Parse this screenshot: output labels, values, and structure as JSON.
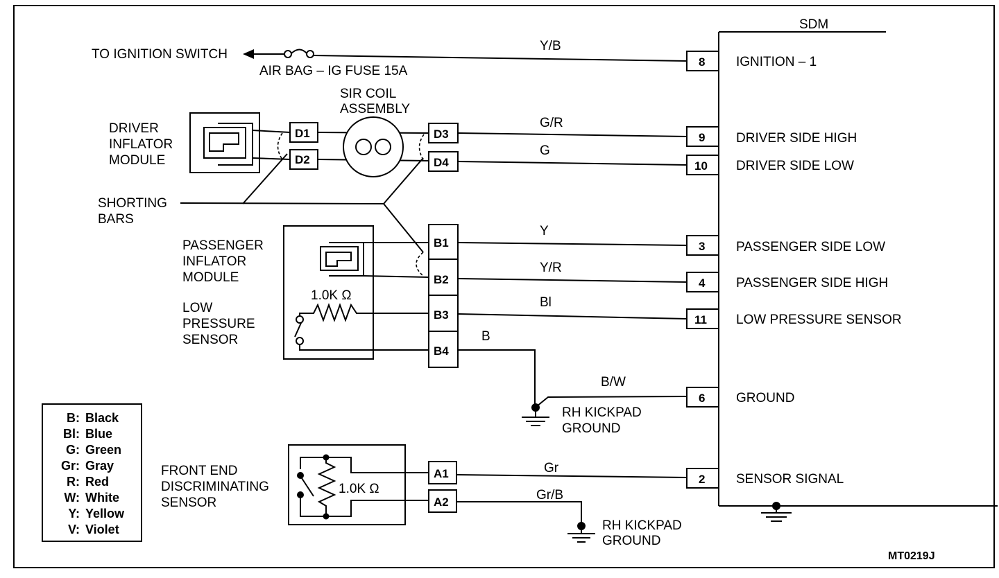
{
  "ignition_switch_label": "TO IGNITION SWITCH",
  "fuse_label": "AIR BAG – IG FUSE 15A",
  "sdm": {
    "title": "SDM",
    "terminals": [
      {
        "pin": "8",
        "label": "IGNITION – 1"
      },
      {
        "pin": "9",
        "label": "DRIVER SIDE HIGH"
      },
      {
        "pin": "10",
        "label": "DRIVER SIDE LOW"
      },
      {
        "pin": "3",
        "label": "PASSENGER SIDE LOW"
      },
      {
        "pin": "4",
        "label": "PASSENGER SIDE HIGH"
      },
      {
        "pin": "11",
        "label": "LOW PRESSURE SENSOR"
      },
      {
        "pin": "6",
        "label": "GROUND"
      },
      {
        "pin": "2",
        "label": "SENSOR SIGNAL"
      }
    ]
  },
  "wire_colors": {
    "ignition": "Y/B",
    "d3": "G/R",
    "d4": "G",
    "b1": "Y",
    "b2": "Y/R",
    "b3": "Bl",
    "b4": "B",
    "ground": "B/W",
    "a1": "Gr",
    "a2": "Gr/B"
  },
  "driver_module": {
    "line1": "DRIVER",
    "line2": "INFLATOR",
    "line3": "MODULE"
  },
  "sir_coil": {
    "line1": "SIR COIL",
    "line2": "ASSEMBLY"
  },
  "shorting_bars": {
    "line1": "SHORTING",
    "line2": "BARS"
  },
  "passenger_module": {
    "line1": "PASSENGER",
    "line2": "INFLATOR",
    "line3": "MODULE"
  },
  "low_pressure_sensor": {
    "line1": "LOW",
    "line2": "PRESSURE",
    "line3": "SENSOR"
  },
  "resistor_value": "1.0K Ω",
  "fed_sensor": {
    "line1": "FRONT END",
    "line2": "DISCRIMINATING",
    "line3": "SENSOR"
  },
  "connectors": {
    "d1": "D1",
    "d2": "D2",
    "d3": "D3",
    "d4": "D4",
    "b1": "B1",
    "b2": "B2",
    "b3": "B3",
    "b4": "B4",
    "a1": "A1",
    "a2": "A2"
  },
  "ground_label": {
    "line1": "RH KICKPAD",
    "line2": "GROUND"
  },
  "legend": [
    {
      "code": "B:",
      "color": "Black"
    },
    {
      "code": "Bl:",
      "color": "Blue"
    },
    {
      "code": "G:",
      "color": "Green"
    },
    {
      "code": "Gr:",
      "color": "Gray"
    },
    {
      "code": "R:",
      "color": "Red"
    },
    {
      "code": "W:",
      "color": "White"
    },
    {
      "code": "Y:",
      "color": "Yellow"
    },
    {
      "code": "V:",
      "color": "Violet"
    }
  ],
  "figure_id": "MT0219J"
}
